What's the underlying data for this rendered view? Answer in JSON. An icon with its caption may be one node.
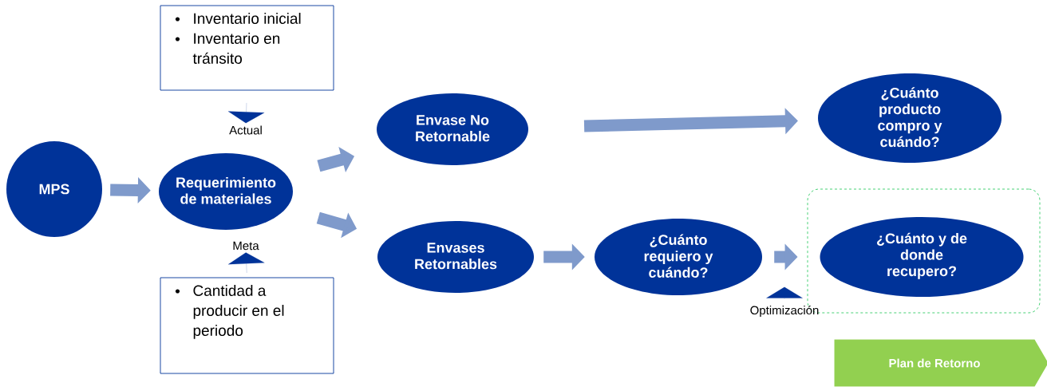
{
  "diagram": {
    "nodes": [
      {
        "text": [
          "MPS"
        ]
      },
      {
        "text": [
          "Requerimiento de materiales"
        ]
      },
      {
        "text": [
          "Inventario inicial",
          "Inventario en tránsito"
        ]
      },
      {
        "text": [
          "Cantidad a producir en el periodo"
        ]
      },
      {
        "text": [
          "Envase No Retornable"
        ]
      },
      {
        "text": [
          "Envases Retornables"
        ]
      },
      {
        "text": [
          "¿Cuánto producto compro y cuándo?"
        ]
      },
      {
        "text": [
          "¿Cuánto requiero y cuándo?"
        ]
      },
      {
        "text": [],
        "shape": "box"
      },
      {
        "text": [
          "¿Cuánto y de donde recupero?"
        ],
        "in": 8
      },
      {
        "text": [
          "Plan de Retorno"
        ]
      },
      {
        "text": [
          "Actual"
        ]
      },
      {
        "text": [
          "Meta"
        ]
      },
      {
        "text": [
          "Optimización"
        ]
      }
    ],
    "edges": [
      {
        "from": 0,
        "to": 1,
        "arrow": "to"
      },
      {
        "from": 2,
        "to": 11,
        "arrow": "to",
        "color": "#003399"
      },
      {
        "from": 3,
        "to": 12,
        "arrow": "to",
        "color": "#003399"
      },
      {
        "from": 1,
        "to": 4,
        "arrow": "to"
      },
      {
        "from": 1,
        "to": 5,
        "arrow": "to"
      },
      {
        "from": 4,
        "to": 6,
        "arrow": "to"
      },
      {
        "from": 5,
        "to": 7,
        "arrow": "to"
      },
      {
        "from": 7,
        "to": 8,
        "arrow": "to"
      },
      {
        "from": 13,
        "to": null,
        "arrow": "to",
        "color": "#003399"
      }
    ]
  }
}
